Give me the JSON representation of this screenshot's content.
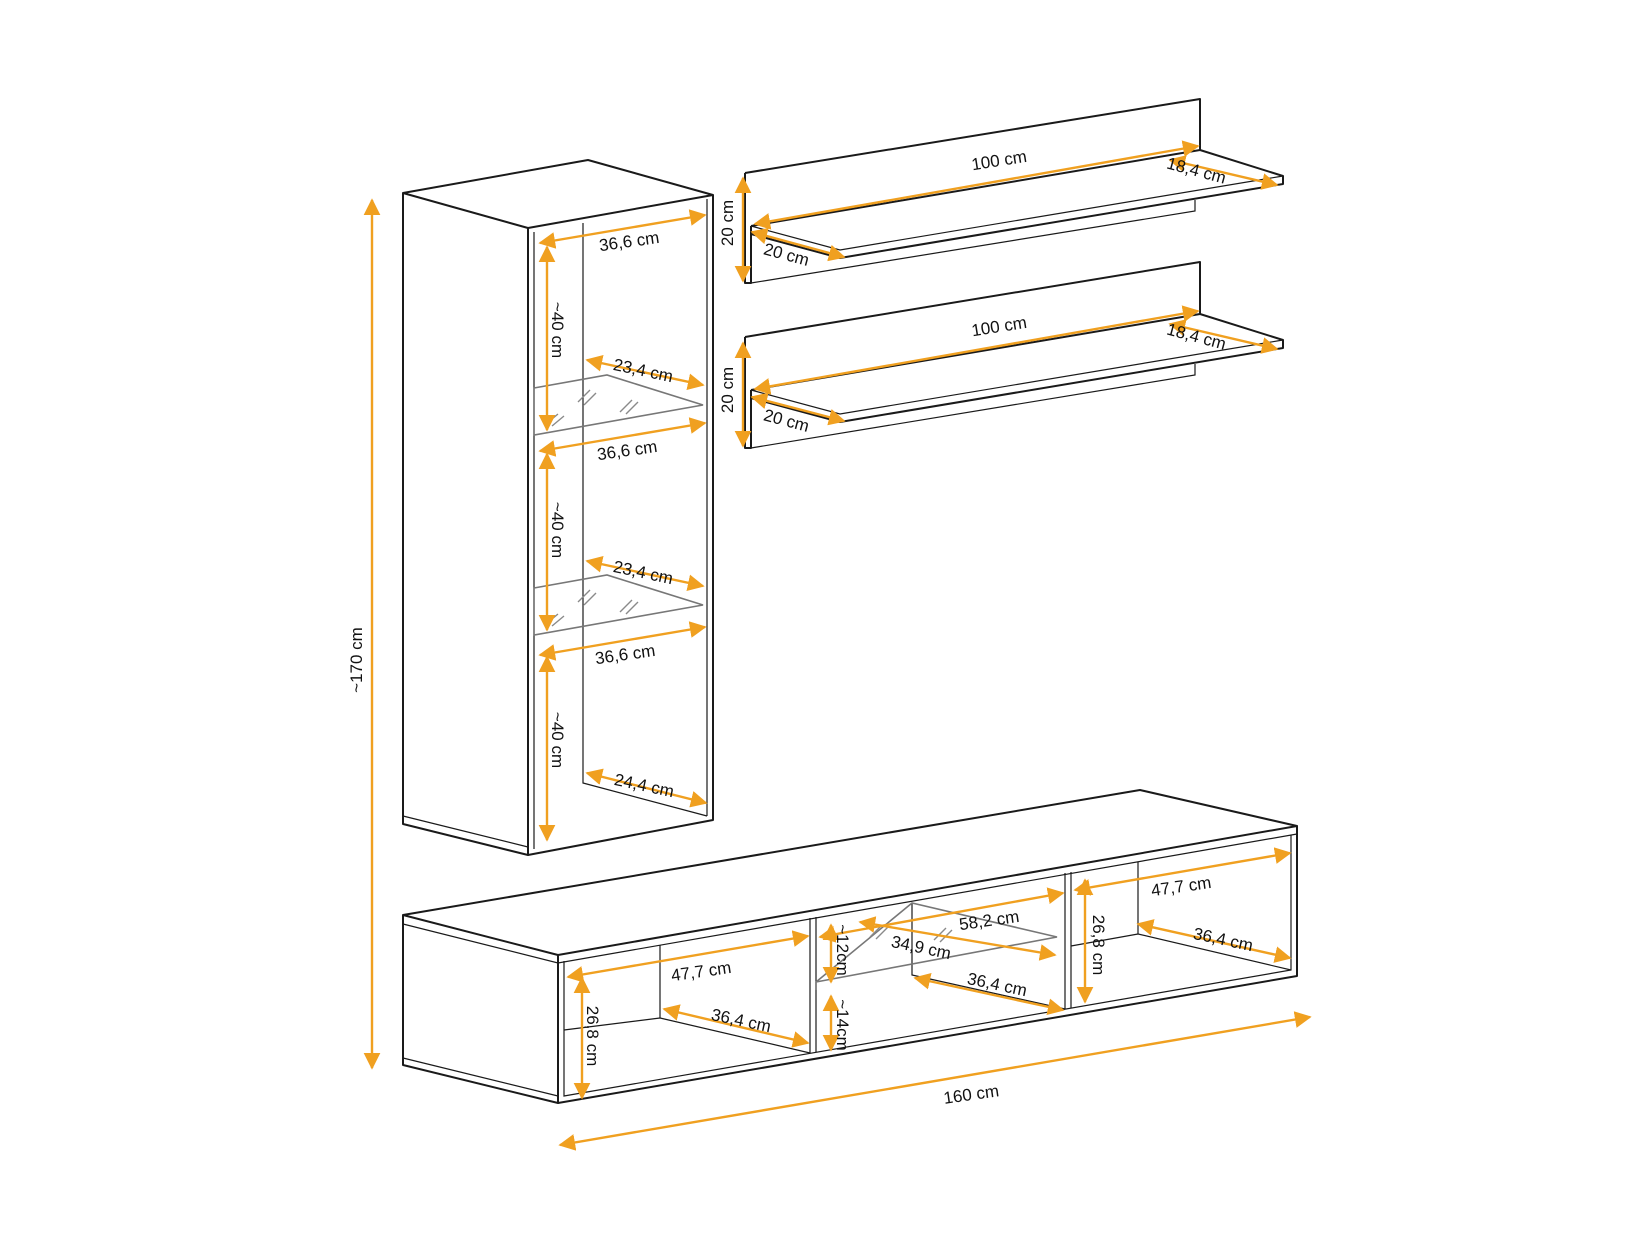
{
  "colors": {
    "dimension": "#f0a020",
    "outline": "#1a1a1a",
    "glass": "#777777"
  },
  "labels": {
    "total_height": "~170 cm",
    "total_width": "160 cm",
    "cab_width_top": "36,6 cm",
    "cab_height_1": "~40 cm",
    "cab_depth_1": "23,4 cm",
    "cab_width_mid": "36,6 cm",
    "cab_height_2": "~40 cm",
    "cab_depth_2": "23,4 cm",
    "cab_width_low": "36,6 cm",
    "cab_height_3": "~40 cm",
    "cab_depth_3": "24,4 cm",
    "shelf1_width": "100 cm",
    "shelf1_depth": "18,4 cm",
    "shelf1_height": "20 cm",
    "shelf1_return": "20 cm",
    "shelf2_width": "100 cm",
    "shelf2_depth": "18,4 cm",
    "shelf2_height": "20 cm",
    "shelf2_return": "20 cm",
    "tv_left_width": "47,7 cm",
    "tv_left_depth": "36,4 cm",
    "tv_left_height": "26,8 cm",
    "tv_mid_width": "58,2 cm",
    "tv_mid_glass": "34,9 cm",
    "tv_mid_depth": "36,4 cm",
    "tv_mid_upper": "~12cm",
    "tv_mid_lower": "~14cm",
    "tv_right_width": "47,7 cm",
    "tv_right_depth": "36,4 cm",
    "tv_right_height": "26,8 cm"
  }
}
